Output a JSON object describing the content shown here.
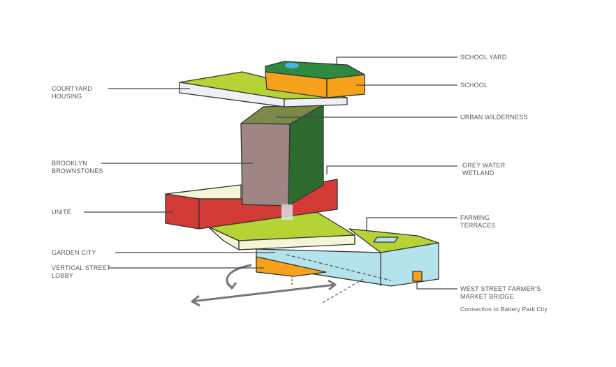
{
  "labels_left": {
    "courtyard": "COURTYARD",
    "courtyard2": "HOUSING",
    "brooklyn": "BROOKLYN",
    "brooklyn2": "BROWNSTONES",
    "unite": "UNITÉ",
    "garden": "GARDEN CITY",
    "lobby": "VERTICAL STREET",
    "lobby2": "LOBBY"
  },
  "labels_right": {
    "schoolyard": "SCHOOL YARD",
    "school": "SCHOOL",
    "wilderness": "URBAN WILDERNESS",
    "grey": "GREY WATER",
    "grey2": "WETLAND",
    "farming": "FARMING",
    "farming2": "TERRACES",
    "west": "WEST STREET FARMER'S",
    "west2": "MARKET BRIDGE",
    "connection": "Connection to Battery Park City"
  },
  "colors": {
    "lime": "#b5d334",
    "orange": "#f7a21b",
    "darkgreen": "#2e6b2e",
    "olive": "#7a8a4a",
    "brown": "#a08585",
    "red": "#d23a35",
    "cream": "#f4f4d6",
    "blue": "#b5e3ec",
    "white": "#eef0f4"
  }
}
